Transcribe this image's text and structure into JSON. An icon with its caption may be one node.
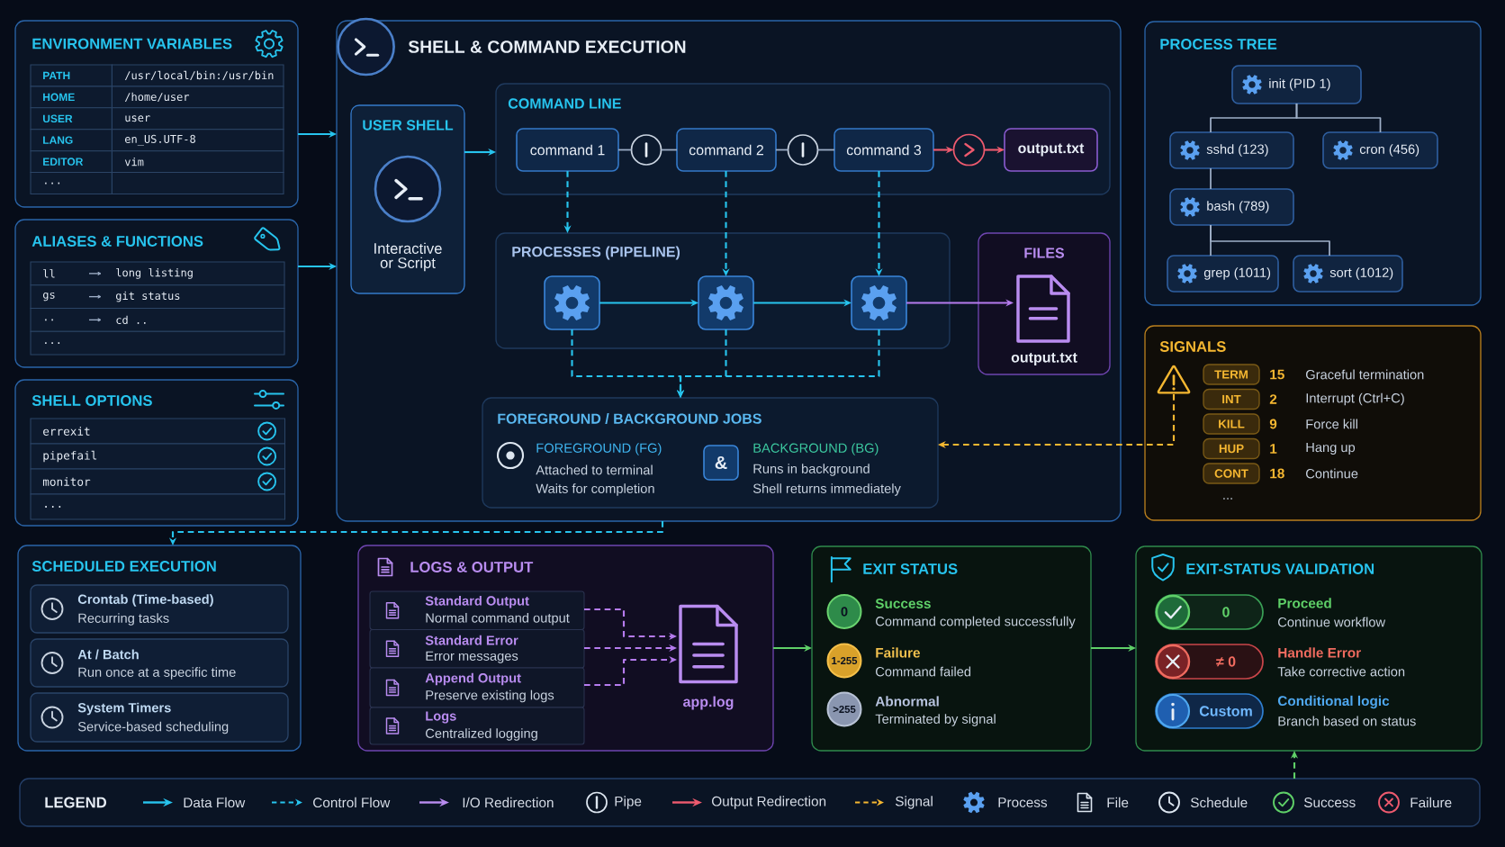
{
  "diagram": {
    "nodes": [
      {
        "text": [
          "ENVIRONMENT VARIABLES",
          "PATH",
          "/usr/local/bin:/usr/bin",
          "HOME",
          "/home/user",
          "USER",
          "user",
          "LANG",
          "en_US.UTF-8",
          "EDITOR",
          "vim",
          "..."
        ]
      },
      {
        "text": [
          "ALIASES & FUNCTIONS",
          "ll",
          "long listing",
          "gs",
          "git status",
          "..",
          "cd ..",
          "..."
        ]
      },
      {
        "text": [
          "SHELL OPTIONS",
          "errexit",
          "pipefail",
          "monitor",
          "..."
        ]
      },
      {
        "text": [
          "SHELL & COMMAND EXECUTION"
        ]
      },
      {
        "text": [
          "USER SHELL",
          "Interactive or Script"
        ],
        "in": 3
      },
      {
        "text": [
          "COMMAND LINE"
        ],
        "in": 3
      },
      {
        "text": [
          "command 1"
        ],
        "in": 5
      },
      {
        "text": [],
        "shape": "circle",
        "in": 5
      },
      {
        "text": [
          "command 2"
        ],
        "in": 5
      },
      {
        "text": [],
        "shape": "circle",
        "in": 5
      },
      {
        "text": [
          "command 3"
        ],
        "in": 5
      },
      {
        "text": [],
        "shape": "circle",
        "in": 5
      },
      {
        "text": [
          "output.txt"
        ],
        "in": 5
      },
      {
        "text": [
          "PROCESSES (PIPELINE)"
        ],
        "in": 3
      },
      {
        "text": [],
        "shape": "box",
        "in": 13
      },
      {
        "text": [],
        "shape": "box",
        "in": 13
      },
      {
        "text": [],
        "shape": "box",
        "in": 13
      },
      {
        "text": [
          "FILES",
          "output.txt"
        ],
        "in": 3
      },
      {
        "text": [],
        "shape": "picture",
        "in": 17
      },
      {
        "text": [
          "FOREGROUND / BACKGROUND JOBS",
          "FOREGROUND (FG)",
          "Attached to terminal",
          "Waits for completion",
          "BACKGROUND (BG)",
          "Runs in background",
          "Shell returns immediately"
        ],
        "in": 3
      },
      {
        "text": [
          "&"
        ],
        "in": 19
      },
      {
        "text": [
          "PROCESS TREE"
        ]
      },
      {
        "text": [
          "init (PID 1)"
        ],
        "in": 21
      },
      {
        "text": [
          "sshd (123)"
        ],
        "in": 21
      },
      {
        "text": [
          "cron (456)"
        ],
        "in": 21
      },
      {
        "text": [
          "bash (789)"
        ],
        "in": 21
      },
      {
        "text": [
          "grep (1011)"
        ],
        "in": 21
      },
      {
        "text": [
          "sort (1012)"
        ],
        "in": 21
      },
      {
        "text": [
          "SIGNALS",
          "..."
        ]
      },
      {
        "text": [],
        "shape": "picture",
        "in": 28
      },
      {
        "text": [
          "TERM"
        ],
        "beside": [
          "15",
          "Graceful termination"
        ],
        "in": 28
      },
      {
        "text": [
          "INT"
        ],
        "beside": [
          "2",
          "Interrupt (Ctrl+C)"
        ],
        "in": 28
      },
      {
        "text": [
          "KILL"
        ],
        "beside": [
          "9",
          "Force kill"
        ],
        "in": 28
      },
      {
        "text": [
          "HUP"
        ],
        "beside": [
          "1",
          "Hang up"
        ],
        "in": 28
      },
      {
        "text": [
          "CONT"
        ],
        "beside": [
          "18",
          "Continue"
        ],
        "in": 28
      },
      {
        "text": [
          "SCHEDULED EXECUTION"
        ]
      },
      {
        "text": [
          "Crontab (Time-based)",
          "Recurring tasks"
        ],
        "in": 35
      },
      {
        "text": [
          "At / Batch",
          "Run once at a specific time"
        ],
        "in": 35
      },
      {
        "text": [
          "System Timers",
          "Service-based scheduling"
        ],
        "in": 35
      },
      {
        "text": [
          "LOGS & OUTPUT"
        ]
      },
      {
        "text": [
          "Standard Output",
          "Normal command output"
        ],
        "in": 39
      },
      {
        "text": [
          "Standard Error",
          "Error messages"
        ],
        "in": 39
      },
      {
        "text": [
          "Append Output",
          "Preserve existing logs"
        ],
        "in": 39
      },
      {
        "text": [
          "Logs",
          "Centralized logging"
        ],
        "in": 39
      },
      {
        "text": [
          "app.log"
        ],
        "in": 39
      },
      {
        "text": [
          "EXIT STATUS"
        ]
      },
      {
        "text": [
          "0"
        ],
        "beside": [
          "Success",
          "Command completed successfully"
        ],
        "in": 45
      },
      {
        "text": [
          "1-255"
        ],
        "beside": [
          "Failure",
          "Command failed"
        ],
        "in": 45
      },
      {
        "text": [
          ">255"
        ],
        "beside": [
          "Abnormal",
          "Terminated by signal"
        ],
        "in": 45
      },
      {
        "text": [
          "EXIT-STATUS VALIDATION"
        ]
      },
      {
        "text": [
          "0"
        ],
        "beside": [
          "Proceed",
          "Continue workflow"
        ],
        "in": 49
      },
      {
        "text": [
          "≠ 0"
        ],
        "beside": [
          "Handle Error",
          "Take corrective action"
        ],
        "in": 49
      },
      {
        "text": [
          "Custom"
        ],
        "beside": [
          "Conditional logic",
          "Branch based on status"
        ],
        "in": 49
      }
    ],
    "edges": [
      {
        "from": 0,
        "to": 3,
        "arrow": "to"
      },
      {
        "from": 1,
        "to": 3,
        "arrow": "to"
      },
      {
        "from": 4,
        "to": 5,
        "arrow": "to"
      },
      {
        "from": 6,
        "to": 7,
        "arrow": "none",
        "color": "#9fb0c8"
      },
      {
        "from": 7,
        "to": 8,
        "arrow": "none",
        "color": "#9fb0c8"
      },
      {
        "from": 8,
        "to": 9,
        "arrow": "none",
        "color": "#9fb0c8"
      },
      {
        "from": 9,
        "to": 10,
        "arrow": "none",
        "color": "#9fb0c8"
      },
      {
        "from": 10,
        "to": 11,
        "arrow": "to",
        "color": "#ee5a6e"
      },
      {
        "from": 11,
        "to": 12,
        "arrow": "to",
        "color": "#ee5a6e"
      },
      {
        "from": 6,
        "to": 13,
        "arrow": "to",
        "style": "dashed"
      },
      {
        "from": 8,
        "to": 15,
        "arrow": "to",
        "style": "dashed"
      },
      {
        "from": 10,
        "to": 16,
        "arrow": "to",
        "style": "dashed"
      },
      {
        "from": 14,
        "to": 15,
        "arrow": "to"
      },
      {
        "from": 15,
        "to": 16,
        "arrow": "to"
      },
      {
        "from": 16,
        "to": 18,
        "arrow": "to",
        "color": "#b57bee"
      },
      {
        "from": 14,
        "to": 19,
        "arrow": "to",
        "style": "dashed"
      },
      {
        "from": 15,
        "to": 19,
        "arrow": "to",
        "style": "dashed"
      },
      {
        "from": 16,
        "to": 19,
        "arrow": "to",
        "style": "dashed"
      },
      {
        "from": 22,
        "to": 23,
        "arrow": "none",
        "color": "#9fb0c8"
      },
      {
        "from": 22,
        "to": 24,
        "arrow": "none",
        "color": "#9fb0c8"
      },
      {
        "from": 23,
        "to": 25,
        "arrow": "none",
        "color": "#9fb0c8"
      },
      {
        "from": 25,
        "to": 26,
        "arrow": "none",
        "color": "#9fb0c8"
      },
      {
        "from": 25,
        "to": 27,
        "arrow": "none",
        "color": "#9fb0c8"
      },
      {
        "from": 29,
        "to": 19,
        "arrow": "to",
        "style": "dashed",
        "color": "#f5b731"
      },
      {
        "from": 3,
        "to": 35,
        "arrow": "to",
        "style": "dashed"
      },
      {
        "from": 40,
        "to": 44,
        "arrow": "to",
        "style": "dashed",
        "color": "#b57bee"
      },
      {
        "from": 41,
        "to": 44,
        "arrow": "to",
        "style": "dashed",
        "color": "#b57bee"
      },
      {
        "from": 42,
        "to": 44,
        "arrow": "to",
        "style": "dashed",
        "color": "#b57bee"
      },
      {
        "from": 39,
        "to": 45,
        "arrow": "to",
        "color": "#5fd068"
      },
      {
        "from": 45,
        "to": 49,
        "arrow": "to",
        "color": "#5fd068"
      },
      {
        "from": null,
        "to": 49,
        "arrow": "to",
        "style": "dashed",
        "color": "#5fd068"
      }
    ],
    "labels": [
      "LEGEND"
    ],
    "legend": [
      {
        "text": "Data Flow"
      },
      {
        "text": "Control Flow"
      },
      {
        "text": "I/O Redirection"
      },
      {
        "text": "Pipe"
      },
      {
        "text": "Output Redirection"
      },
      {
        "text": "Signal"
      },
      {
        "text": "Process"
      },
      {
        "text": "File"
      },
      {
        "text": "Schedule"
      },
      {
        "text": "Success"
      },
      {
        "text": "Failure"
      }
    ]
  }
}
